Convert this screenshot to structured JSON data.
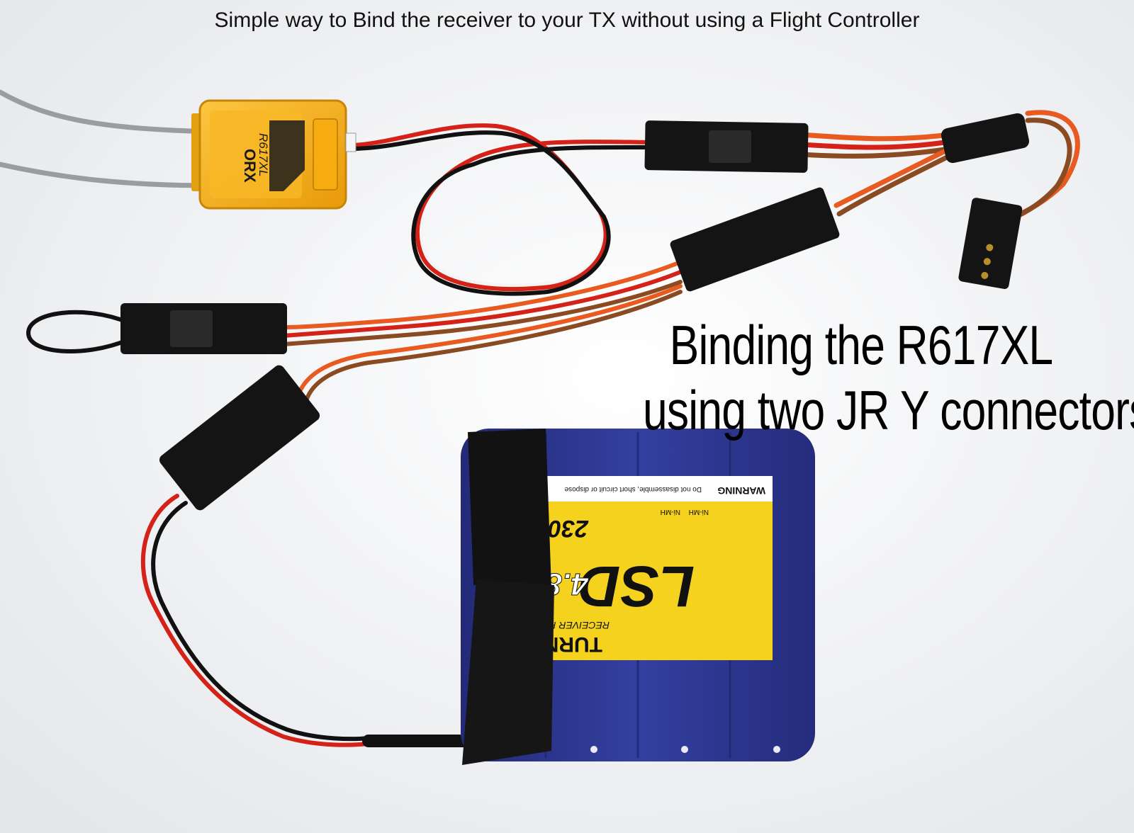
{
  "caption": {
    "top": "Simple way to Bind the receiver to your TX without using a Flight Controller",
    "line1": "Binding the R617XL",
    "line2": "using two JR Y connectors."
  },
  "receiver": {
    "brand": "ORX",
    "model": "R617XL",
    "color": "#f6ac10"
  },
  "battery": {
    "brand": "LSD",
    "voltage": "4.8V",
    "capacity": "2300mA",
    "type_label": "RECEIVER PACK",
    "warning_label": "WARNING",
    "warning_text": "Do not disassemble, short circuit or dispose",
    "chem_labels": [
      "Ni-MH",
      "Ni-MH"
    ],
    "series_label": "TURN",
    "body_color": "#2d3690",
    "label_color": "#f4d21e"
  },
  "colors": {
    "background": "#f1f2f4",
    "connector": "#141414",
    "wire_orange": "#e85a20",
    "wire_red": "#d42218",
    "wire_brown": "#8a4a22",
    "wire_white": "#f4f4f4",
    "wire_black": "#111111",
    "antenna": "#9a9da0"
  }
}
